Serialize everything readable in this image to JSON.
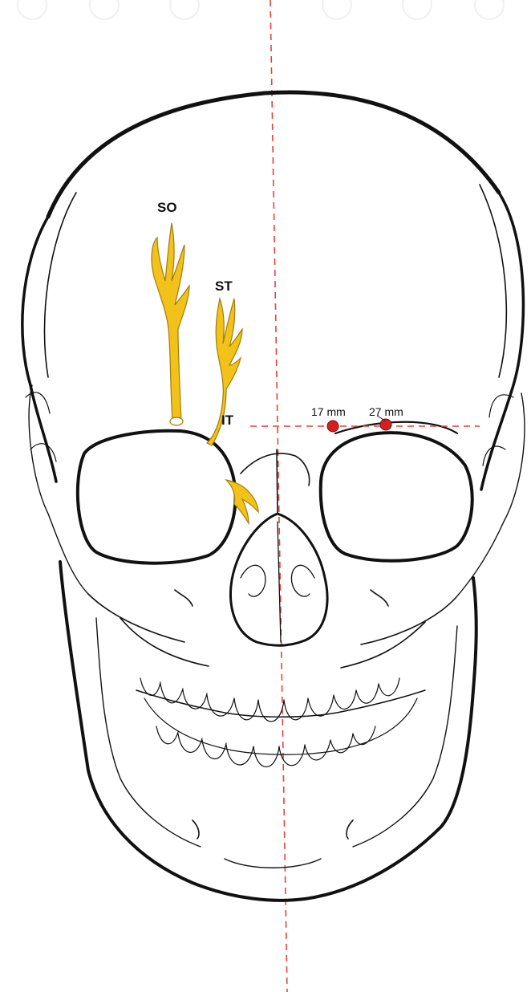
{
  "labels": {
    "supraorbital": "SO",
    "supratrochlear": "ST",
    "infratrochlear": "IT",
    "point_medial": "17 mm",
    "point_lateral": "27 mm"
  },
  "colors": {
    "nerve": "#f2c21b",
    "nerve_outline": "#a07c08",
    "guide_line": "#e0443a",
    "marker": "#d42020",
    "ink": "#111111"
  }
}
